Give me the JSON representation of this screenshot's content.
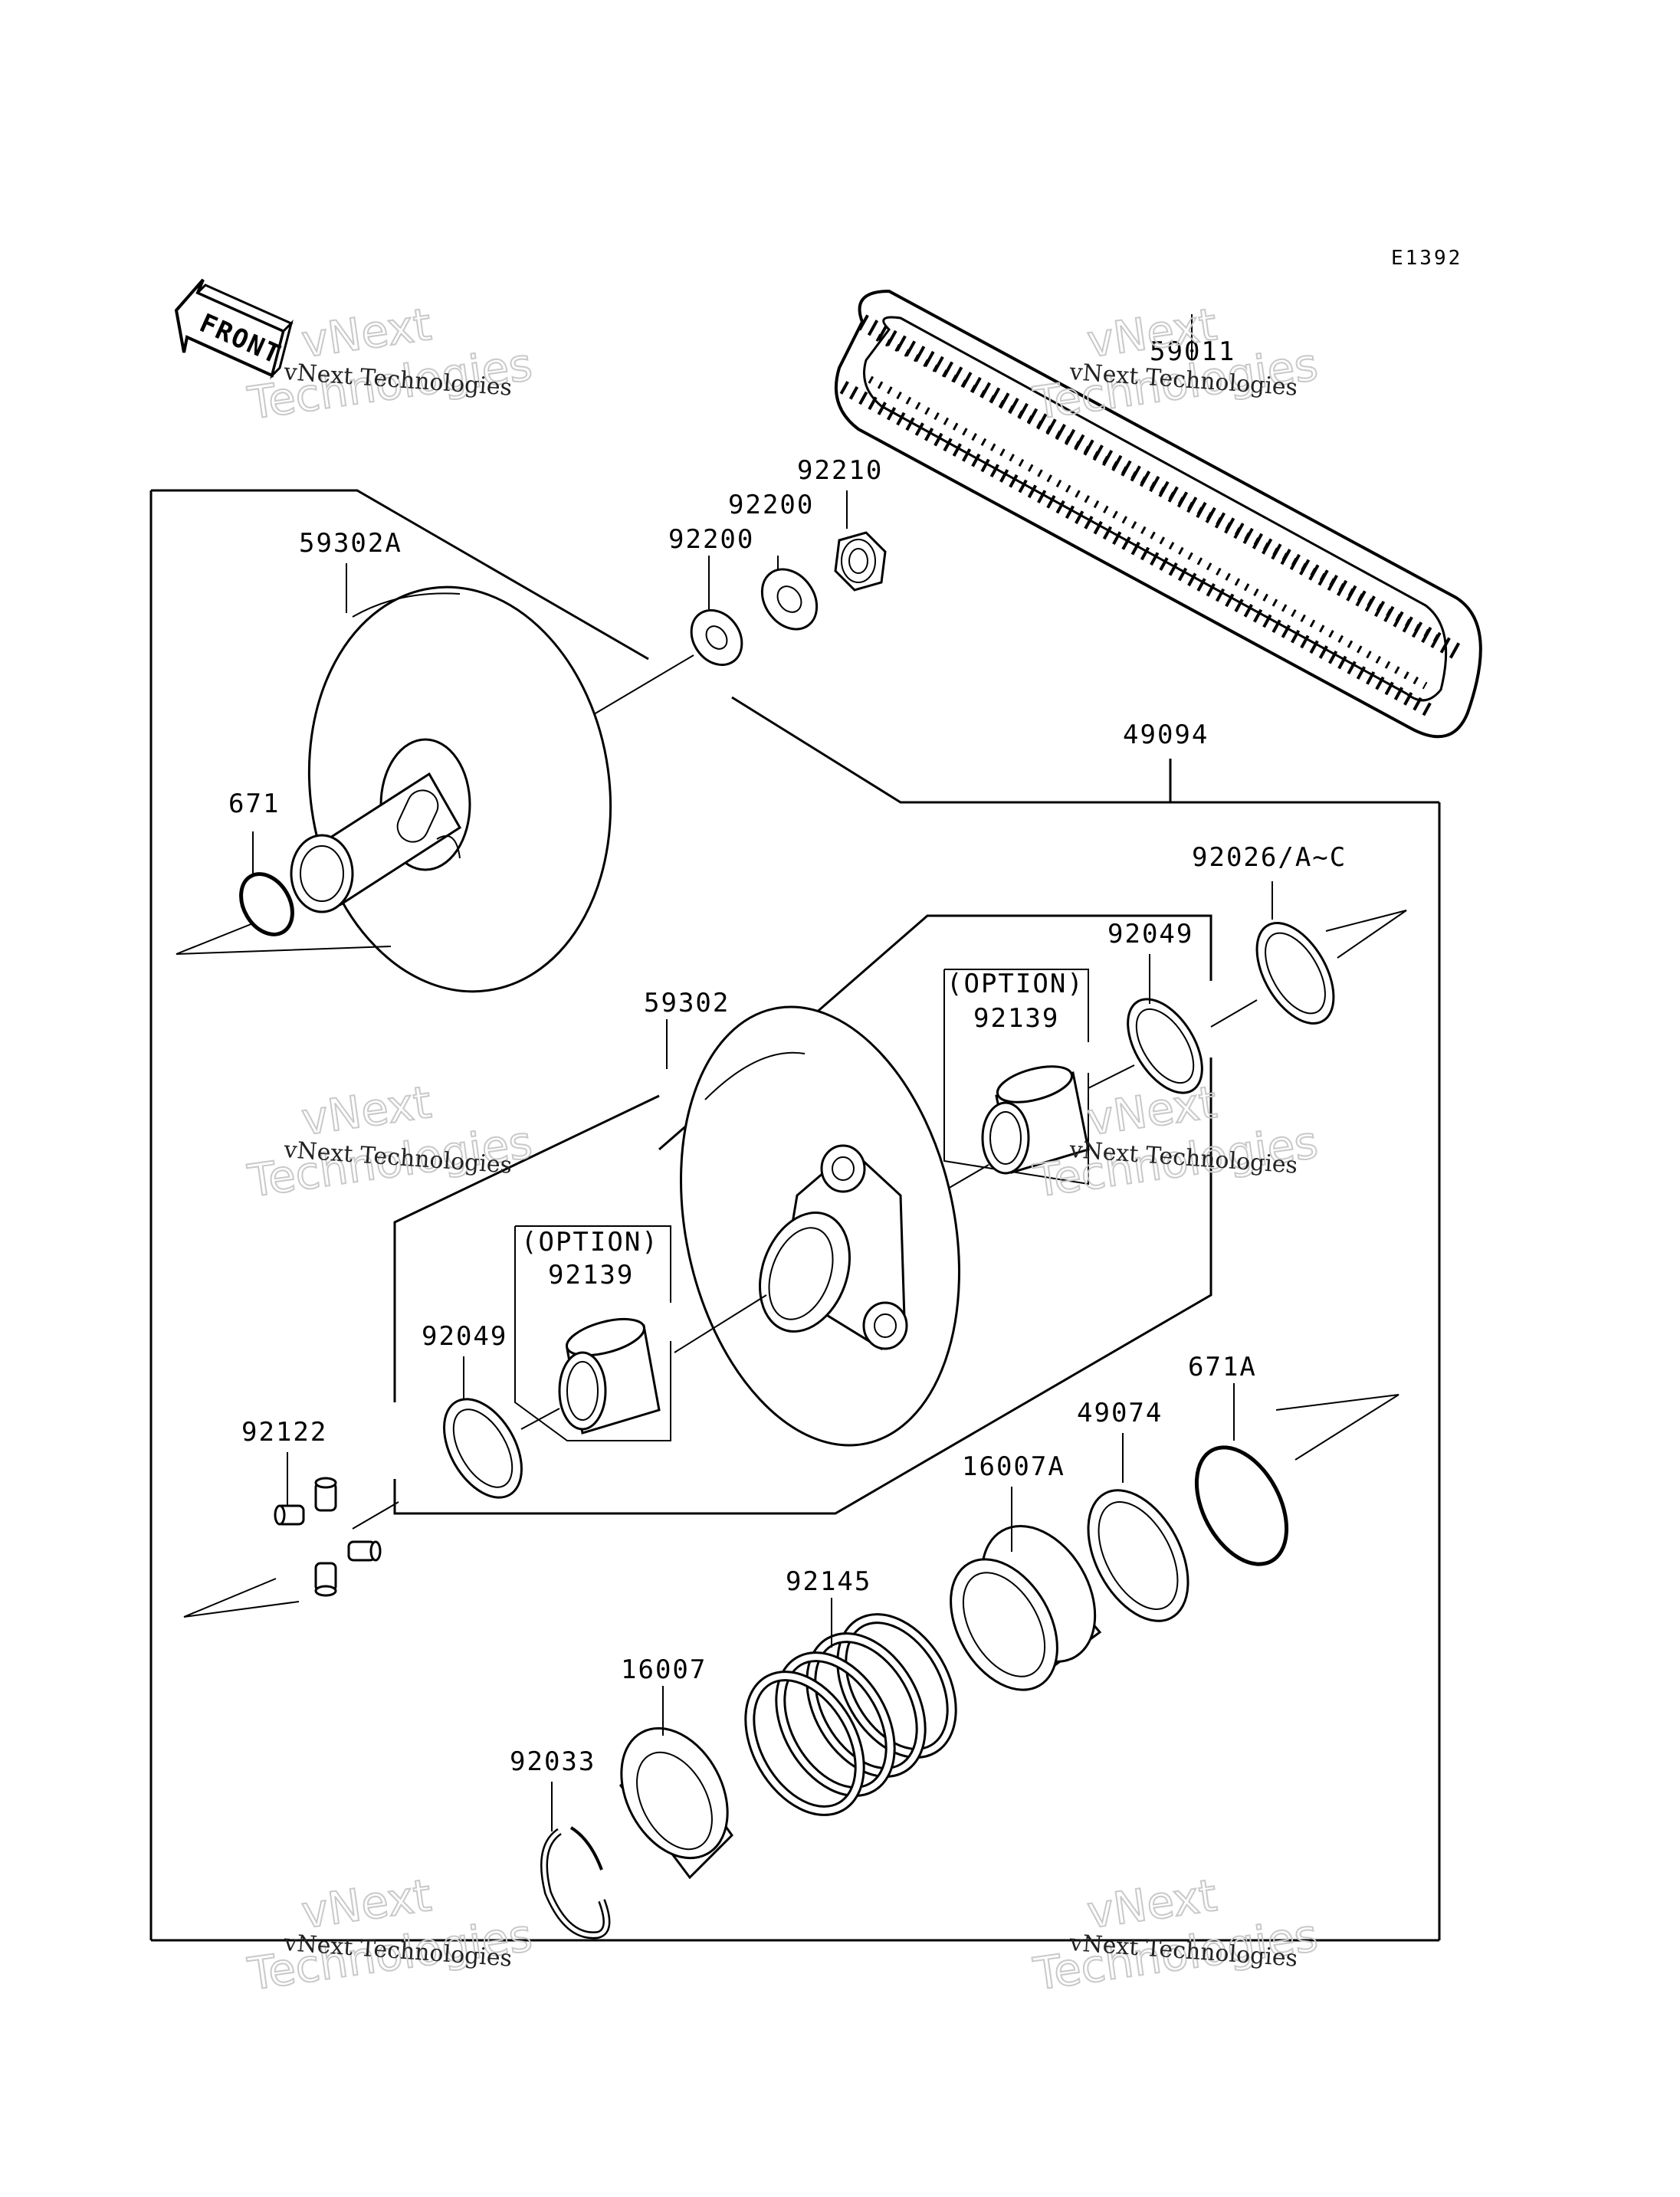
{
  "diagram": {
    "code": "E1392",
    "front_label": "FRONT",
    "watermark": {
      "line1": "vNext Technologies",
      "line2": "vNext",
      "line3": "Technologies"
    },
    "labels": {
      "p59011": "59011",
      "p92210": "92210",
      "p92200a": "92200",
      "p92200b": "92200",
      "p59302A": "59302A",
      "p49094": "49094",
      "p671": "671",
      "p92026": "92026/A~C",
      "p92049a": "92049",
      "p59302": "59302",
      "option_a": "(OPTION)",
      "p92139a": "92139",
      "option_b": "(OPTION)",
      "p92139b": "92139",
      "p92049b": "92049",
      "p671A": "671A",
      "p49074": "49074",
      "p92122": "92122",
      "p16007A": "16007A",
      "p92145": "92145",
      "p16007": "16007",
      "p92033": "92033"
    }
  }
}
